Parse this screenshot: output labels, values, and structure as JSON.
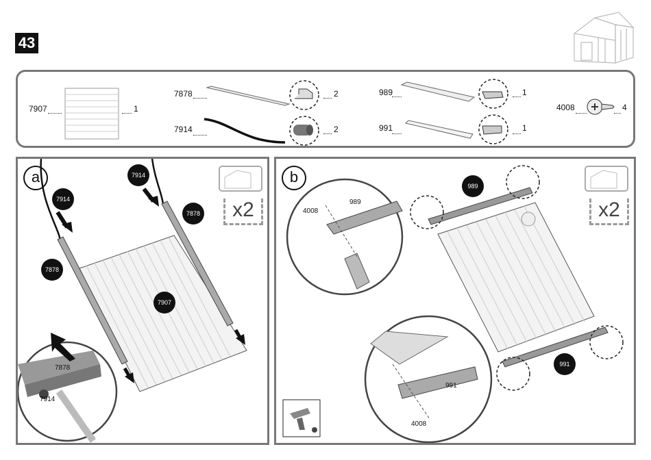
{
  "step_number": "43",
  "parts": {
    "panel": {
      "code": "7907",
      "qty": "1"
    },
    "rail_7878": {
      "code": "7878",
      "qty": "2"
    },
    "cord_7914": {
      "code": "7914",
      "qty": "2"
    },
    "rail_989": {
      "code": "989",
      "qty": "1"
    },
    "rail_991": {
      "code": "991",
      "qty": "1"
    },
    "screw": {
      "code": "4008",
      "qty": "4"
    }
  },
  "panel_a": {
    "letter": "a",
    "multiplier": "x2",
    "callouts": {
      "cord_left": "7914",
      "cord_right": "7914",
      "rail_left": "7878",
      "rail_right": "7878",
      "panel": "7907"
    },
    "detail": {
      "rail": "7878",
      "cord": "7914"
    }
  },
  "panel_b": {
    "letter": "b",
    "multiplier": "x2",
    "callouts": {
      "top_rail": "989",
      "bottom_rail": "991"
    },
    "detail_top": {
      "screw": "4008",
      "rail": "989"
    },
    "detail_bottom": {
      "rail": "991",
      "screw": "4008"
    }
  }
}
